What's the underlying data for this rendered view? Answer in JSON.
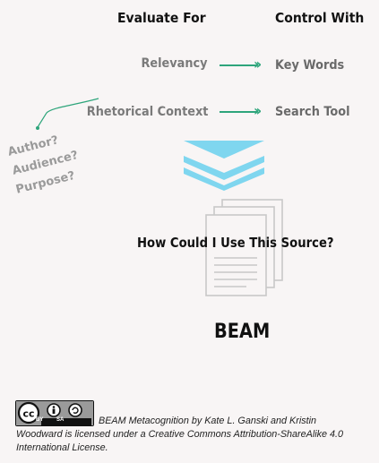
{
  "headers": {
    "evaluate": "Evaluate For",
    "control": "Control With"
  },
  "rows": [
    {
      "left": "Relevancy",
      "right": "Key Words"
    },
    {
      "left": "Rhetorical Context",
      "right": "Search Tool"
    }
  ],
  "rhetorical_questions": [
    "Author?",
    "Audience?",
    "Purpose?"
  ],
  "main_question": "How Could I Use This Source?",
  "title": "BEAM",
  "license": {
    "text": "BEAM Metacognition by Kate L. Ganski and Kristin Woodward is licensed under a Creative Commons Attribution-ShareAlike 4.0 International License.",
    "badge_labels": [
      "BY",
      "SA"
    ],
    "badge_icon": "cc-by-sa-icon"
  },
  "colors": {
    "arrow_green": "#2ea57b",
    "chevron_blue": "#7fd6ef",
    "background": "#f8f5f5"
  }
}
